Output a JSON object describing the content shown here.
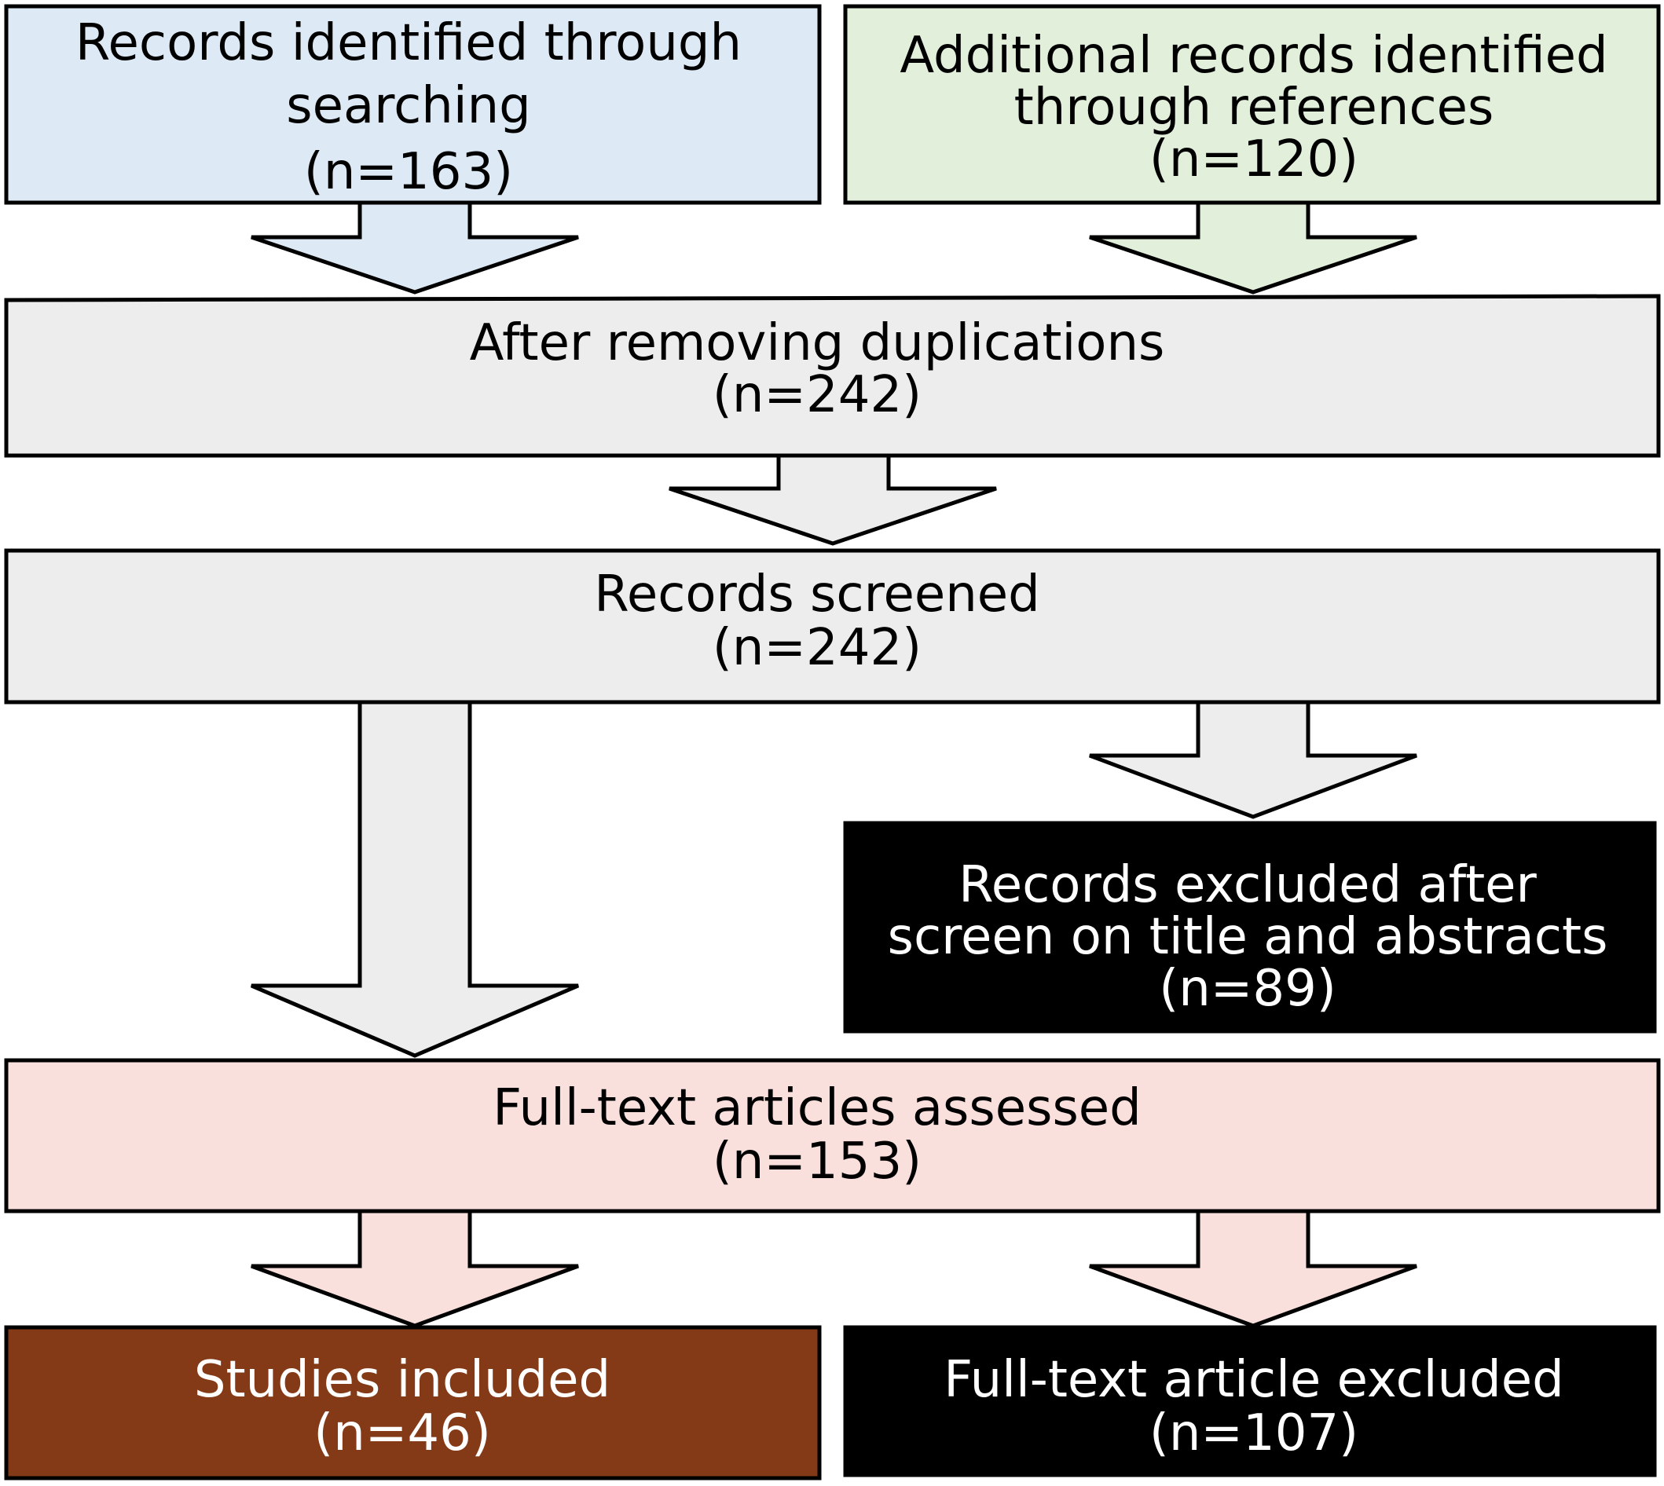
{
  "colors": {
    "search": "#dde9f5",
    "references": "#e2efdb",
    "neutral": "#ededed",
    "assessed": "#fae0dc",
    "included": "#843a17",
    "excluded": "#000000"
  },
  "boxes": {
    "searching": {
      "lines": [
        "Records identified through",
        "searching",
        "(n=163)"
      ],
      "n": 163
    },
    "references": {
      "lines": [
        "Additional records identified",
        "through references",
        "(n=120)"
      ],
      "n": 120
    },
    "deduplicated": {
      "lines": [
        "After removing duplications",
        "(n=242)"
      ],
      "n": 242
    },
    "screened": {
      "lines": [
        "Records screened",
        "(n=242)"
      ],
      "n": 242
    },
    "excluded_screen": {
      "lines": [
        "Records excluded after",
        "screen on title and abstracts",
        "(n=89)"
      ],
      "n": 89
    },
    "assessed": {
      "lines": [
        "Full-text articles assessed",
        "(n=153)"
      ],
      "n": 153
    },
    "included": {
      "lines": [
        "Studies included",
        "(n=46)"
      ],
      "n": 46
    },
    "excluded_fulltext": {
      "lines": [
        "Full-text article excluded",
        "(n=107)"
      ],
      "n": 107
    }
  }
}
